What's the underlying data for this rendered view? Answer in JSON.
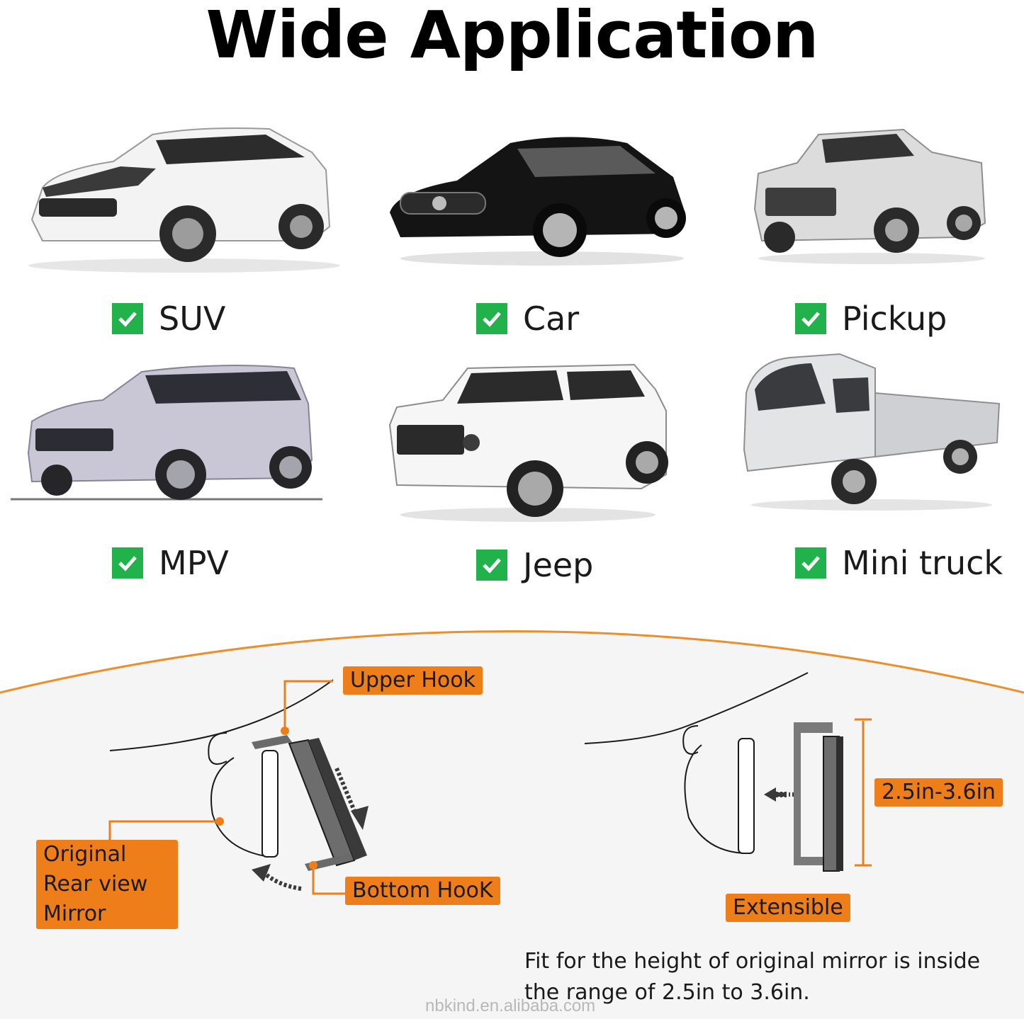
{
  "title": "Wide Application",
  "vehicles": [
    {
      "label": "SUV",
      "icon": "check-icon",
      "image": "white-suv"
    },
    {
      "label": "Car",
      "icon": "check-icon",
      "image": "black-sedan"
    },
    {
      "label": "Pickup",
      "icon": "check-icon",
      "image": "silver-pickup"
    },
    {
      "label": "MPV",
      "icon": "check-icon",
      "image": "silver-mpv"
    },
    {
      "label": "Jeep",
      "icon": "check-icon",
      "image": "white-jeep"
    },
    {
      "label": "Mini truck",
      "icon": "check-icon",
      "image": "silver-mini-truck"
    }
  ],
  "diagram": {
    "upper_hook": "Upper Hook",
    "original_mirror": "Original Rear view Mirror",
    "bottom_hook": "Bottom HooK",
    "size_range": "2.5in-3.6in",
    "extensible": "Extensible",
    "note": "Fit for the height of original mirror is inside the range of 2.5in to 3.6in."
  },
  "watermark": "nbkind.en.alibaba.com",
  "colors": {
    "check": "#22b24c",
    "accent": "#ee7e1a",
    "diagram_bg": "#f5f5f5"
  }
}
